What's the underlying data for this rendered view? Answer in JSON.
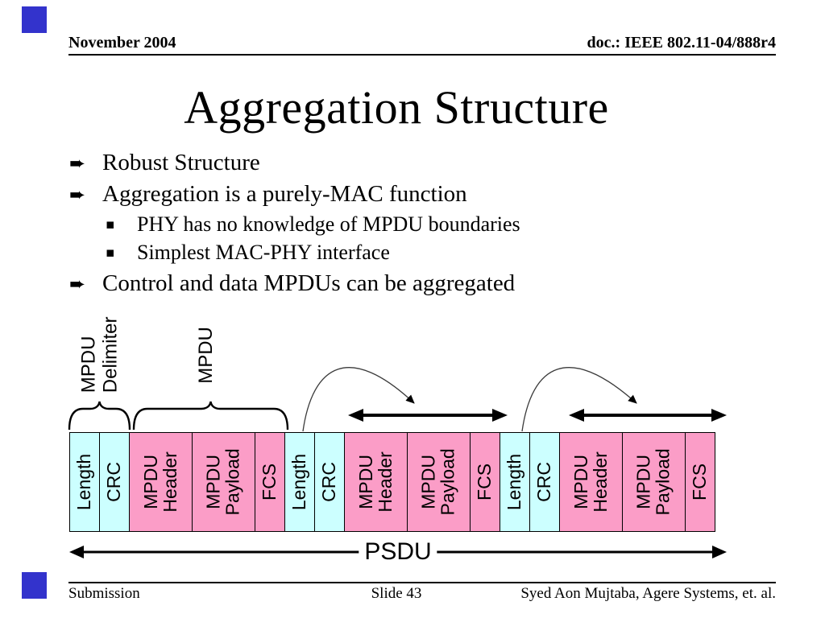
{
  "slide": {
    "header": {
      "date": "November 2004",
      "doc_number": "doc.: IEEE 802.11-04/888r4"
    },
    "title": "Aggregation Structure",
    "icons": {
      "level1_bullet": "➨",
      "level2_bullet": "▪"
    },
    "bullets": [
      {
        "level": 1,
        "text": "Robust Structure"
      },
      {
        "level": 1,
        "text": "Aggregation is a purely-MAC function"
      },
      {
        "level": 2,
        "text": "PHY has no knowledge of MPDU boundaries"
      },
      {
        "level": 2,
        "text": "Simplest MAC-PHY interface"
      },
      {
        "level": 1,
        "text": "Control and data MPDUs can be aggregated"
      }
    ],
    "footer": {
      "left": "Submission",
      "center": "Slide 43",
      "right": "Syed Aon Mujtaba, Agere Systems, et. al."
    }
  },
  "diagram": {
    "delimiter_label": "MPDU\nDelimiter",
    "mpdu_label": "MPDU",
    "psdu_label": "PSDU",
    "colors": {
      "delimiter_fill": "#CCFFFF",
      "mpdu_fill": "#FB9DC7",
      "corner_square": "#3333CC"
    },
    "groups": [
      [
        {
          "label": "Length",
          "type": "delimiter",
          "wide": false
        },
        {
          "label": "CRC",
          "type": "delimiter",
          "wide": false
        },
        {
          "label": "MPDU\nHeader",
          "type": "mpdu",
          "wide": true
        },
        {
          "label": "MPDU\nPayload",
          "type": "mpdu",
          "wide": true
        },
        {
          "label": "FCS",
          "type": "mpdu",
          "wide": false
        }
      ],
      [
        {
          "label": "Length",
          "type": "delimiter",
          "wide": false
        },
        {
          "label": "CRC",
          "type": "delimiter",
          "wide": false
        },
        {
          "label": "MPDU\nHeader",
          "type": "mpdu",
          "wide": true
        },
        {
          "label": "MPDU\nPayload",
          "type": "mpdu",
          "wide": true
        },
        {
          "label": "FCS",
          "type": "mpdu",
          "wide": false
        }
      ],
      [
        {
          "label": "Length",
          "type": "delimiter",
          "wide": false
        },
        {
          "label": "CRC",
          "type": "delimiter",
          "wide": false
        },
        {
          "label": "MPDU\nHeader",
          "type": "mpdu",
          "wide": true
        },
        {
          "label": "MPDU\nPayload",
          "type": "mpdu",
          "wide": true
        },
        {
          "label": "FCS",
          "type": "mpdu",
          "wide": false
        }
      ]
    ]
  }
}
